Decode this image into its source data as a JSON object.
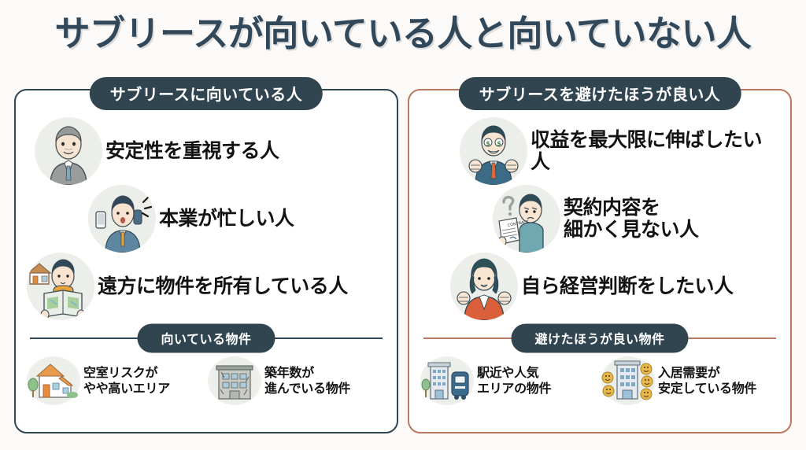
{
  "title": "サブリースが向いている人と向いていない人",
  "colors": {
    "background": "#fbfaf8",
    "title_text": "#31485a",
    "pill_background": "#30454f",
    "pill_text": "#ffffff",
    "suited_panel_border": "#2f4553",
    "avoid_panel_border": "#b9785f",
    "body_text": "#131313"
  },
  "panels": {
    "suited": {
      "heading": "サブリースに向いている人",
      "people": [
        {
          "label": "安定性を重視する人",
          "icon": "elderly-man-suit-avatar"
        },
        {
          "label": "本業が忙しい人",
          "icon": "busy-businessman-phone-avatar"
        },
        {
          "label": "遠方に物件を所有している人",
          "icon": "man-with-map-house-avatar"
        }
      ],
      "property_heading": "向いている物件",
      "properties": [
        {
          "label": "空室リスクが\nやや高いエリア",
          "icon": "house-with-tree-icon"
        },
        {
          "label": "築年数が\n進んでいる物件",
          "icon": "old-apartment-building-icon"
        }
      ]
    },
    "avoid": {
      "heading": "サブリースを避けたほうが良い人",
      "people": [
        {
          "label": "収益を最大限に伸ばしたい人",
          "icon": "money-eyes-businessman-avatar"
        },
        {
          "label": "契約内容を\n細かく見ない人",
          "icon": "confused-man-contract-avatar"
        },
        {
          "label": "自ら経営判断をしたい人",
          "icon": "confident-businesswoman-avatar"
        }
      ],
      "property_heading": "避けたほうが良い物件",
      "properties": [
        {
          "label": "駅近や人気\nエリアの物件",
          "icon": "building-with-train-icon"
        },
        {
          "label": "入居需要が\n安定している物件",
          "icon": "building-with-happy-faces-icon"
        }
      ]
    }
  }
}
